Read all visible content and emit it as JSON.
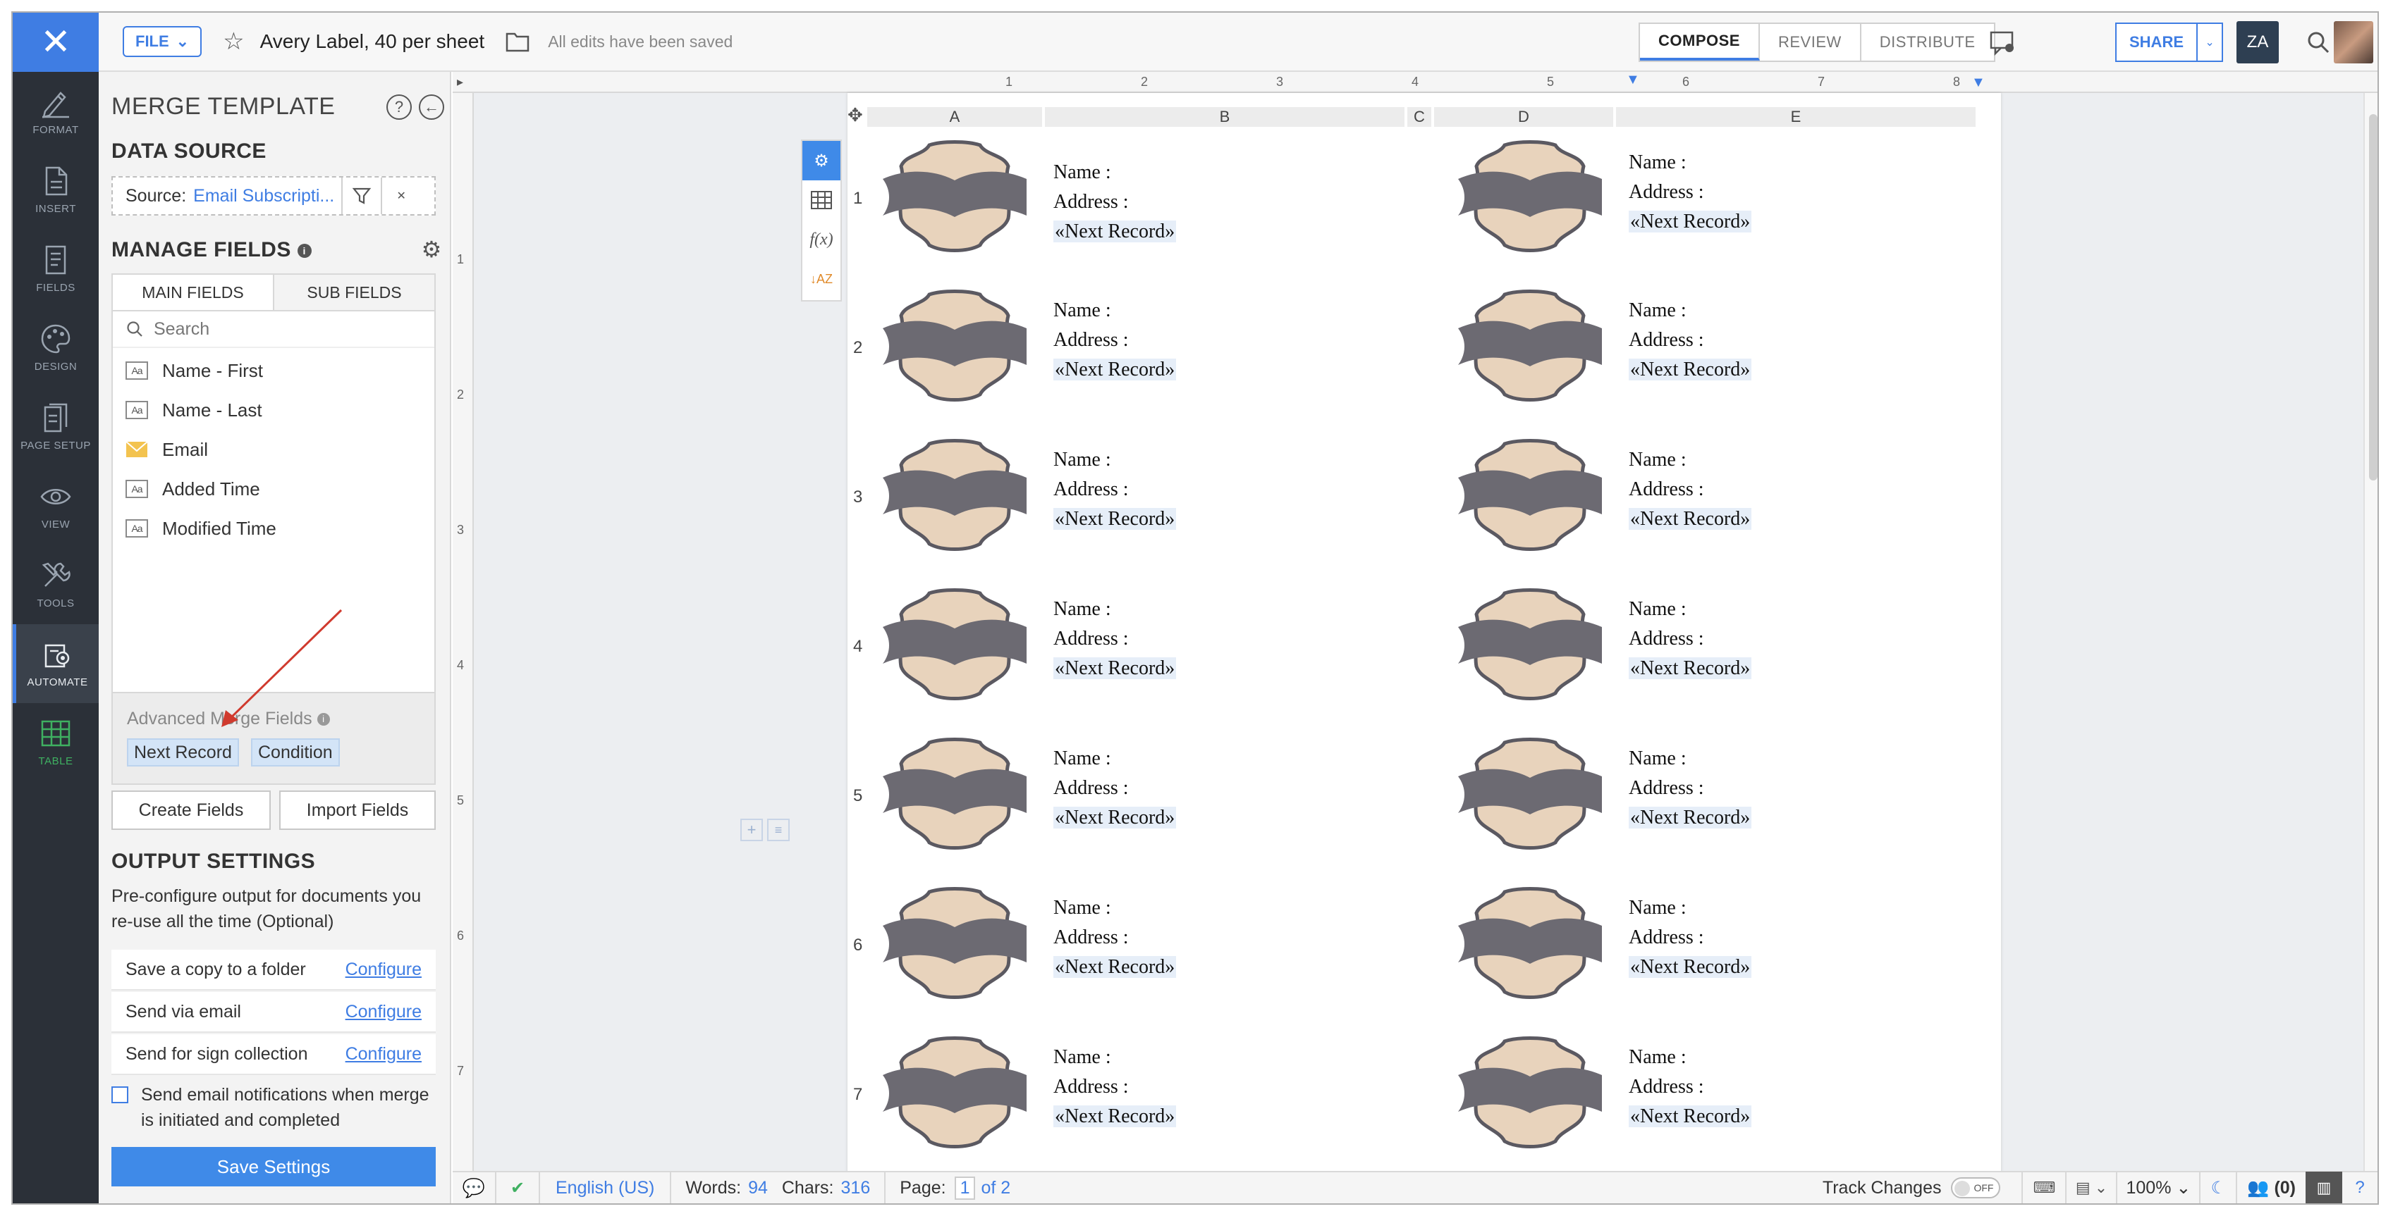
{
  "rail": {
    "items": [
      {
        "label": "FORMAT",
        "icon": "pen-icon"
      },
      {
        "label": "INSERT",
        "icon": "insert-doc-icon"
      },
      {
        "label": "FIELDS",
        "icon": "fields-icon"
      },
      {
        "label": "DESIGN",
        "icon": "palette-icon"
      },
      {
        "label": "PAGE SETUP",
        "icon": "page-setup-icon"
      },
      {
        "label": "VIEW",
        "icon": "eye-icon"
      },
      {
        "label": "TOOLS",
        "icon": "tools-icon"
      },
      {
        "label": "AUTOMATE",
        "icon": "automate-icon"
      },
      {
        "label": "TABLE",
        "icon": "table-icon"
      }
    ],
    "active": "AUTOMATE"
  },
  "topbar": {
    "file_label": "FILE",
    "doc_title": "Avery Label, 40 per sheet",
    "save_status": "All edits have been saved",
    "modes": [
      "COMPOSE",
      "REVIEW",
      "DISTRIBUTE"
    ],
    "active_mode": "COMPOSE",
    "share_label": "SHARE",
    "za_label": "ZA"
  },
  "panel": {
    "title": "MERGE TEMPLATE",
    "data_source_heading": "DATA SOURCE",
    "source_label": "Source:",
    "source_value": "Email Subscripti...",
    "manage_fields_heading": "MANAGE FIELDS",
    "tabs": [
      "MAIN FIELDS",
      "SUB FIELDS"
    ],
    "search_placeholder": "Search",
    "fields": [
      "Name - First",
      "Name - Last",
      "Email",
      "Added Time",
      "Modified Time"
    ],
    "advanced_title": "Advanced Merge Fields",
    "advanced_chips": [
      "Next Record",
      "Condition"
    ],
    "create_fields": "Create Fields",
    "import_fields": "Import Fields",
    "output_heading": "OUTPUT SETTINGS",
    "output_desc": "Pre-configure output for documents you re-use all the time (Optional)",
    "output_rows": [
      {
        "label": "Save a copy to a folder",
        "action": "Configure"
      },
      {
        "label": "Send via email",
        "action": "Configure"
      },
      {
        "label": "Send for sign collection",
        "action": "Configure"
      }
    ],
    "notify_text": "Send email notifications when merge is initiated and completed",
    "save_settings": "Save Settings"
  },
  "editor": {
    "ruler_numbers": [
      "1",
      "2",
      "3",
      "4",
      "5",
      "6",
      "7",
      "8"
    ],
    "vruler_numbers": [
      "1",
      "2",
      "3",
      "4",
      "5",
      "6",
      "7"
    ],
    "columns": [
      "A",
      "B",
      "C",
      "D",
      "E"
    ],
    "rows": [
      "1",
      "2",
      "3",
      "4",
      "5",
      "6",
      "7"
    ],
    "label_name": "Name :",
    "label_address": "Address :",
    "label_next": "«Next Record»",
    "badge_colors": {
      "fill": "#e8d3bc",
      "band": "#6c6a72",
      "stroke": "#5b5961"
    }
  },
  "status": {
    "language": "English (US)",
    "words_label": "Words:",
    "words": "94",
    "chars_label": "Chars:",
    "chars": "316",
    "page_label": "Page:",
    "page_current": "1",
    "page_of": "of 2",
    "track_changes": "Track Changes",
    "toggle_state": "OFF",
    "zoom": "100%",
    "collaborators": "(0)"
  }
}
